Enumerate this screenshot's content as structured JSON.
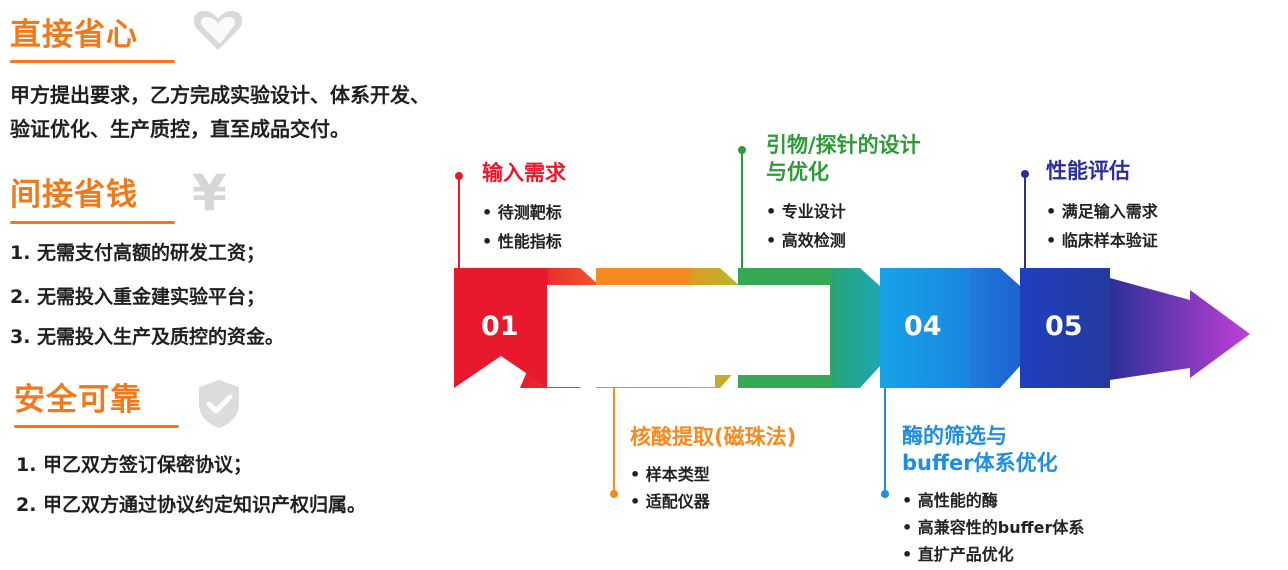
{
  "sections": {
    "direct": {
      "title": "直接省心",
      "icon": "heart-icon",
      "text_lines": [
        "甲方提出要求，乙方完成实验设计、体系开发、",
        "验证优化、生产质控，直至成品交付。"
      ]
    },
    "indirect": {
      "title": "间接省钱",
      "icon": "yen-icon",
      "items": [
        "1. 无需支付高额的研发工资；",
        "2. 无需投入重金建实验平台；",
        "3. 无需投入生产及质控的资金。"
      ]
    },
    "safe": {
      "title": "安全可靠",
      "icon": "shield-check-icon",
      "items": [
        "1. 甲乙双方签订保密协议；",
        "2. 甲乙双方通过协议约定知识产权归属。"
      ]
    }
  },
  "flow": {
    "steps": [
      {
        "num": "01",
        "title": "输入需求",
        "bullets": [
          "• 待测靶标",
          "• 性能指标"
        ],
        "color": "#e8192c"
      },
      {
        "num": "",
        "title": "核酸提取(磁珠法)",
        "bullets": [
          "• 样本类型",
          "• 适配仪器"
        ],
        "color": "#f58a1f"
      },
      {
        "num": "",
        "title_lines": [
          "引物/探针的设计",
          "与优化"
        ],
        "bullets": [
          "• 专业设计",
          "• 高效检测"
        ],
        "color": "#2e9b3a"
      },
      {
        "num": "04",
        "title_lines": [
          "酶的筛选与",
          "buffer体系优化"
        ],
        "bullets": [
          "• 高性能的酶",
          "• 高兼容性的buffer体系",
          "• 直扩产品优化"
        ],
        "color": "#1f8de0"
      },
      {
        "num": "05",
        "title": "性能评估",
        "bullets": [
          "• 满足输入需求",
          "• 临床样本验证"
        ],
        "color": "#2a2f9a"
      }
    ],
    "arrow_end_color": "#c23fd6"
  }
}
